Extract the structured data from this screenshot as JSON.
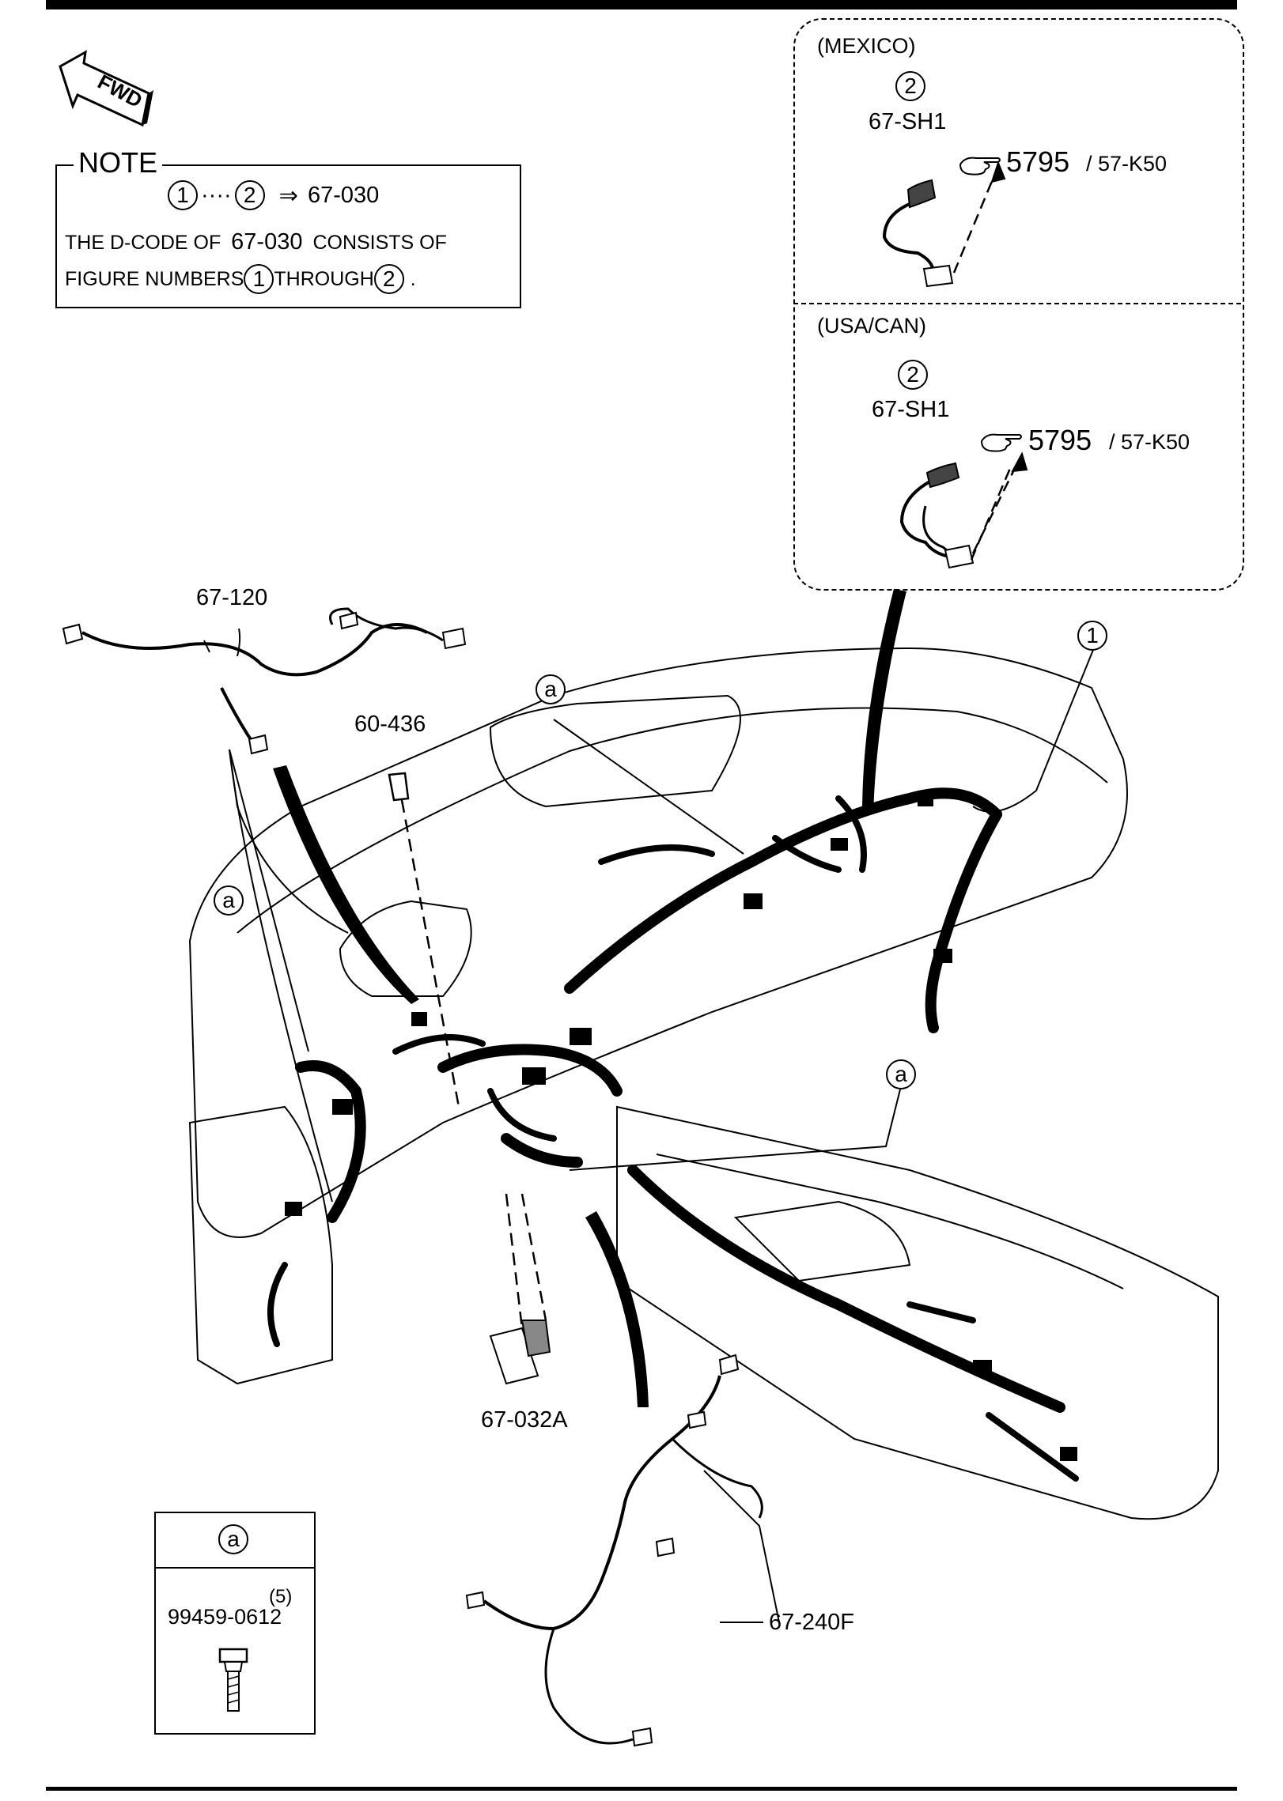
{
  "fwd_label": "FWD",
  "note": {
    "title": "NOTE",
    "range_from": "1",
    "range_sep": "····",
    "range_to": "2",
    "arrow": "⇒",
    "range_code": "67-030",
    "line1_prefix": "THE D-CODE OF",
    "line1_code": "67-030",
    "line1_suffix": "CONSISTS OF",
    "line2_prefix": "FIGURE NUMBERS",
    "line2_from": "1",
    "line2_mid": "THROUGH",
    "line2_to": "2",
    "line2_end": "."
  },
  "regions": {
    "mexico": {
      "label": "(MEXICO)",
      "fig": "2",
      "part": "67-SH1",
      "ref": "5795",
      "ref_sub": "/ 57-K50"
    },
    "usa_can": {
      "label": "(USA/CAN)",
      "fig": "2",
      "part": "67-SH1",
      "ref": "5795",
      "ref_sub": "/ 57-K50"
    }
  },
  "parts": {
    "p67_120": "67-120",
    "p60_436": "60-436",
    "p67_032A": "67-032A",
    "p67_240F": "67-240F",
    "fig1": "1",
    "callout_a": "a"
  },
  "legend": {
    "symbol": "a",
    "qty": "(5)",
    "part": "99459-0612"
  },
  "icons": {
    "pointing_hand": "pointing-hand-icon",
    "fwd_arrow": "fwd-arrow-icon",
    "bolt": "bolt-icon"
  }
}
